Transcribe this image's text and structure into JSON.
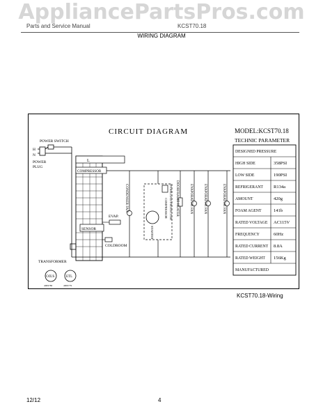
{
  "watermark": "AppliancePartsPros.com",
  "header": {
    "left_text": "Parts and Service Manual",
    "right_text": "KCST70.18",
    "section_title": "WIRING DIAGRAM"
  },
  "diagram": {
    "title": "CIRCUIT DIAGRAM",
    "labels": {
      "power_switch": "POWER SWITCH",
      "h": "H",
      "n": "N",
      "power_plug": "POWER PLUG",
      "power": "POWER",
      "plug": "PLUG",
      "l": "L",
      "compressor": "COMPRESSOR",
      "evap": "EVAP.",
      "sensor": "SENSOR",
      "coldroom": "COLDROOM",
      "transformer": "TRANSFORMER",
      "condenser_fan": "CONDENSER FAN",
      "overload_protector": "OVERLOAD PROTECTOR",
      "starter": "STARTER",
      "compressor_v": "COMPRESSOR",
      "doorframe_heater": "DOORFRAME HEATER",
      "evaporator_fan_1": "EVAPORATOR FAN",
      "evaporator_fan_2": "EVAPORATOR FAN",
      "evaporator_fan_3": "EVAPORATOR FAN",
      "cert_1": "C€US",
      "cert_2": "ETL",
      "cert_1_sub": "4009780",
      "cert_2_sub": "4009779"
    }
  },
  "spec_table": {
    "model_line": "MODEL:KCST70.18",
    "heading": "TECHNIC  PARAMETER",
    "rows": [
      {
        "label": "DESIGNED PRESSURE",
        "value": ""
      },
      {
        "label": "HIGH SIDE",
        "value": "358PSI"
      },
      {
        "label": "LOW SIDE",
        "value": "190PSI"
      },
      {
        "label": "REFRIGERANT",
        "value": "R134a"
      },
      {
        "label": "AMOUNT",
        "value": "420g"
      },
      {
        "label": "FOAM AGENT",
        "value": "141b"
      },
      {
        "label": "RATED VOLTAGE",
        "value": "AC115V"
      },
      {
        "label": "FREQUENCY",
        "value": "60Hz"
      },
      {
        "label": "RATED CURRENT",
        "value": "8.8A"
      },
      {
        "label": "RATED WEIGHT",
        "value": "156Kg"
      },
      {
        "label": "MANUFACTURED",
        "value": ""
      }
    ]
  },
  "caption": "KCST70.18-Wiring",
  "footer": {
    "date": "12/12",
    "page": "4"
  }
}
